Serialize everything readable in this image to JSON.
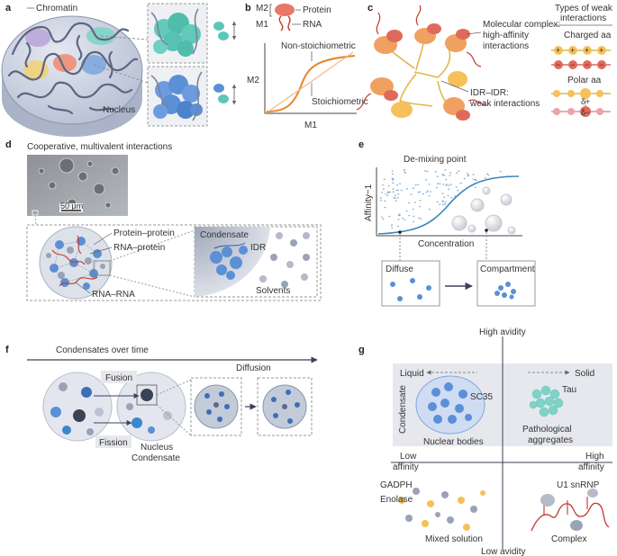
{
  "panels": {
    "a": {
      "letter": "a",
      "chromatin_label": "Chromatin",
      "nucleus_label": "Nucleus"
    },
    "b": {
      "letter": "b",
      "m2_top": "M2",
      "m1_top": "M1",
      "protein_label": "Protein",
      "rna_label": "RNA",
      "non_stoich_label": "Non-stoichiometric",
      "stoich_label": "Stoichiometric",
      "y_axis_label": "M2",
      "x_axis_label": "M1"
    },
    "c": {
      "letter": "c",
      "complex_label_1": "Molecular complex:",
      "complex_label_2": "high-affinity",
      "complex_label_3": "interactions",
      "idr_label_1": "IDR–IDR:",
      "idr_label_2": "weak interactions",
      "types_title_1": "Types of weak",
      "types_title_2": "interactions",
      "charged_label": "Charged aa",
      "polar_label": "Polar aa",
      "delta_plus": "δ+",
      "delta_minus": "δ−",
      "plus_sign": "+",
      "minus_sign": "−"
    },
    "d": {
      "letter": "d",
      "title": "Cooperative, multivalent interactions",
      "scale_bar": "50 μm",
      "protein_protein": "Protein–protein",
      "rna_protein": "RNA–protein",
      "rna_rna": "RNA–RNA",
      "condensate": "Condensate",
      "idr": "IDR",
      "solvents": "Solvents"
    },
    "e": {
      "letter": "e",
      "demixing": "De-mixing point",
      "y_axis": "Affinity−1",
      "x_axis": "Concentration",
      "diffuse": "Diffuse",
      "compartment": "Compartment"
    },
    "f": {
      "letter": "f",
      "time_label": "Condensates over time",
      "fusion": "Fusion",
      "fission": "Fission",
      "diffusion": "Diffusion",
      "nucleus": "Nucleus",
      "condensate": "Condensate"
    },
    "g": {
      "letter": "g",
      "high_avidity": "High avidity",
      "low_avidity": "Low avidity",
      "low_affinity_1": "Low",
      "low_affinity_2": "affinity",
      "high_affinity_1": "High",
      "high_affinity_2": "affinity",
      "liquid": "Liquid",
      "solid": "Solid",
      "condensate": "Condensate",
      "sc35": "SC35",
      "tau": "Tau",
      "nuclear_bodies": "Nuclear bodies",
      "pathological_1": "Pathological",
      "pathological_2": "aggregates",
      "gadph": "GADPH",
      "enolase": "Enolase",
      "u1": "U1 snRNP",
      "mixed_solution": "Mixed solution",
      "complex": "Complex"
    }
  },
  "colors": {
    "nucleus_blue": "#cfd6e4",
    "chromatin_gray": "#9aa3b6",
    "teal": "#5cc6b8",
    "protein_blue": "#5b8fd6",
    "protein_orange": "#f0a060",
    "protein_red": "#e06a5a",
    "rna_red": "#c0392b",
    "curve_orange": "#e8852a",
    "curve_blue": "#3c86b8",
    "background_gray": "#e6e8ee",
    "dark": "#3a4256"
  }
}
